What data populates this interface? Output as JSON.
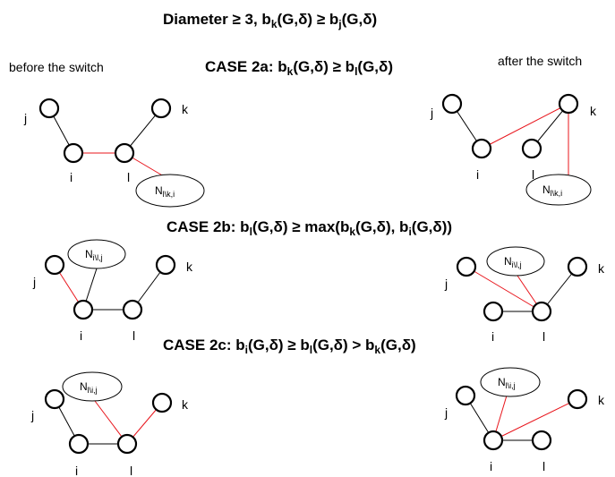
{
  "titles": {
    "top_main": "Diameter ≥ 3, b",
    "top_k": "k",
    "top_mid": "(G,δ) ≥ b",
    "top_j": "j",
    "top_end": "(G,δ)",
    "case2a_main": "CASE 2a: b",
    "case2a_k": "k",
    "case2a_mid": "(G,δ) ≥ b",
    "case2a_l": "l",
    "case2a_end": "(G,δ)",
    "case2b_main": "CASE 2b: b",
    "case2b_l": "l",
    "case2b_mid": "(G,δ) ≥ max(b",
    "case2b_k": "k",
    "case2b_mid2": "(G,δ), b",
    "case2b_i": "i",
    "case2b_end": "(G,δ))",
    "case2c_main": "CASE 2c: b",
    "case2c_i": "i",
    "case2c_mid": "(G,δ) ≥ b",
    "case2c_l": "l",
    "case2c_mid2": "(G,δ) > b",
    "case2c_k": "k",
    "case2c_end": "(G,δ)"
  },
  "side_labels": {
    "before": "before the switch",
    "after": "after the switch"
  },
  "node_labels": {
    "i": "i",
    "j": "j",
    "k": "k",
    "l": "l"
  },
  "set_labels": {
    "n_main": "N",
    "n_lki": "l\\k,i",
    "n_ilj": "i\\l,j",
    "n_lij": "l\\i,j"
  },
  "edge_colors": {
    "original": "#000000",
    "switched": "#e8141b"
  }
}
